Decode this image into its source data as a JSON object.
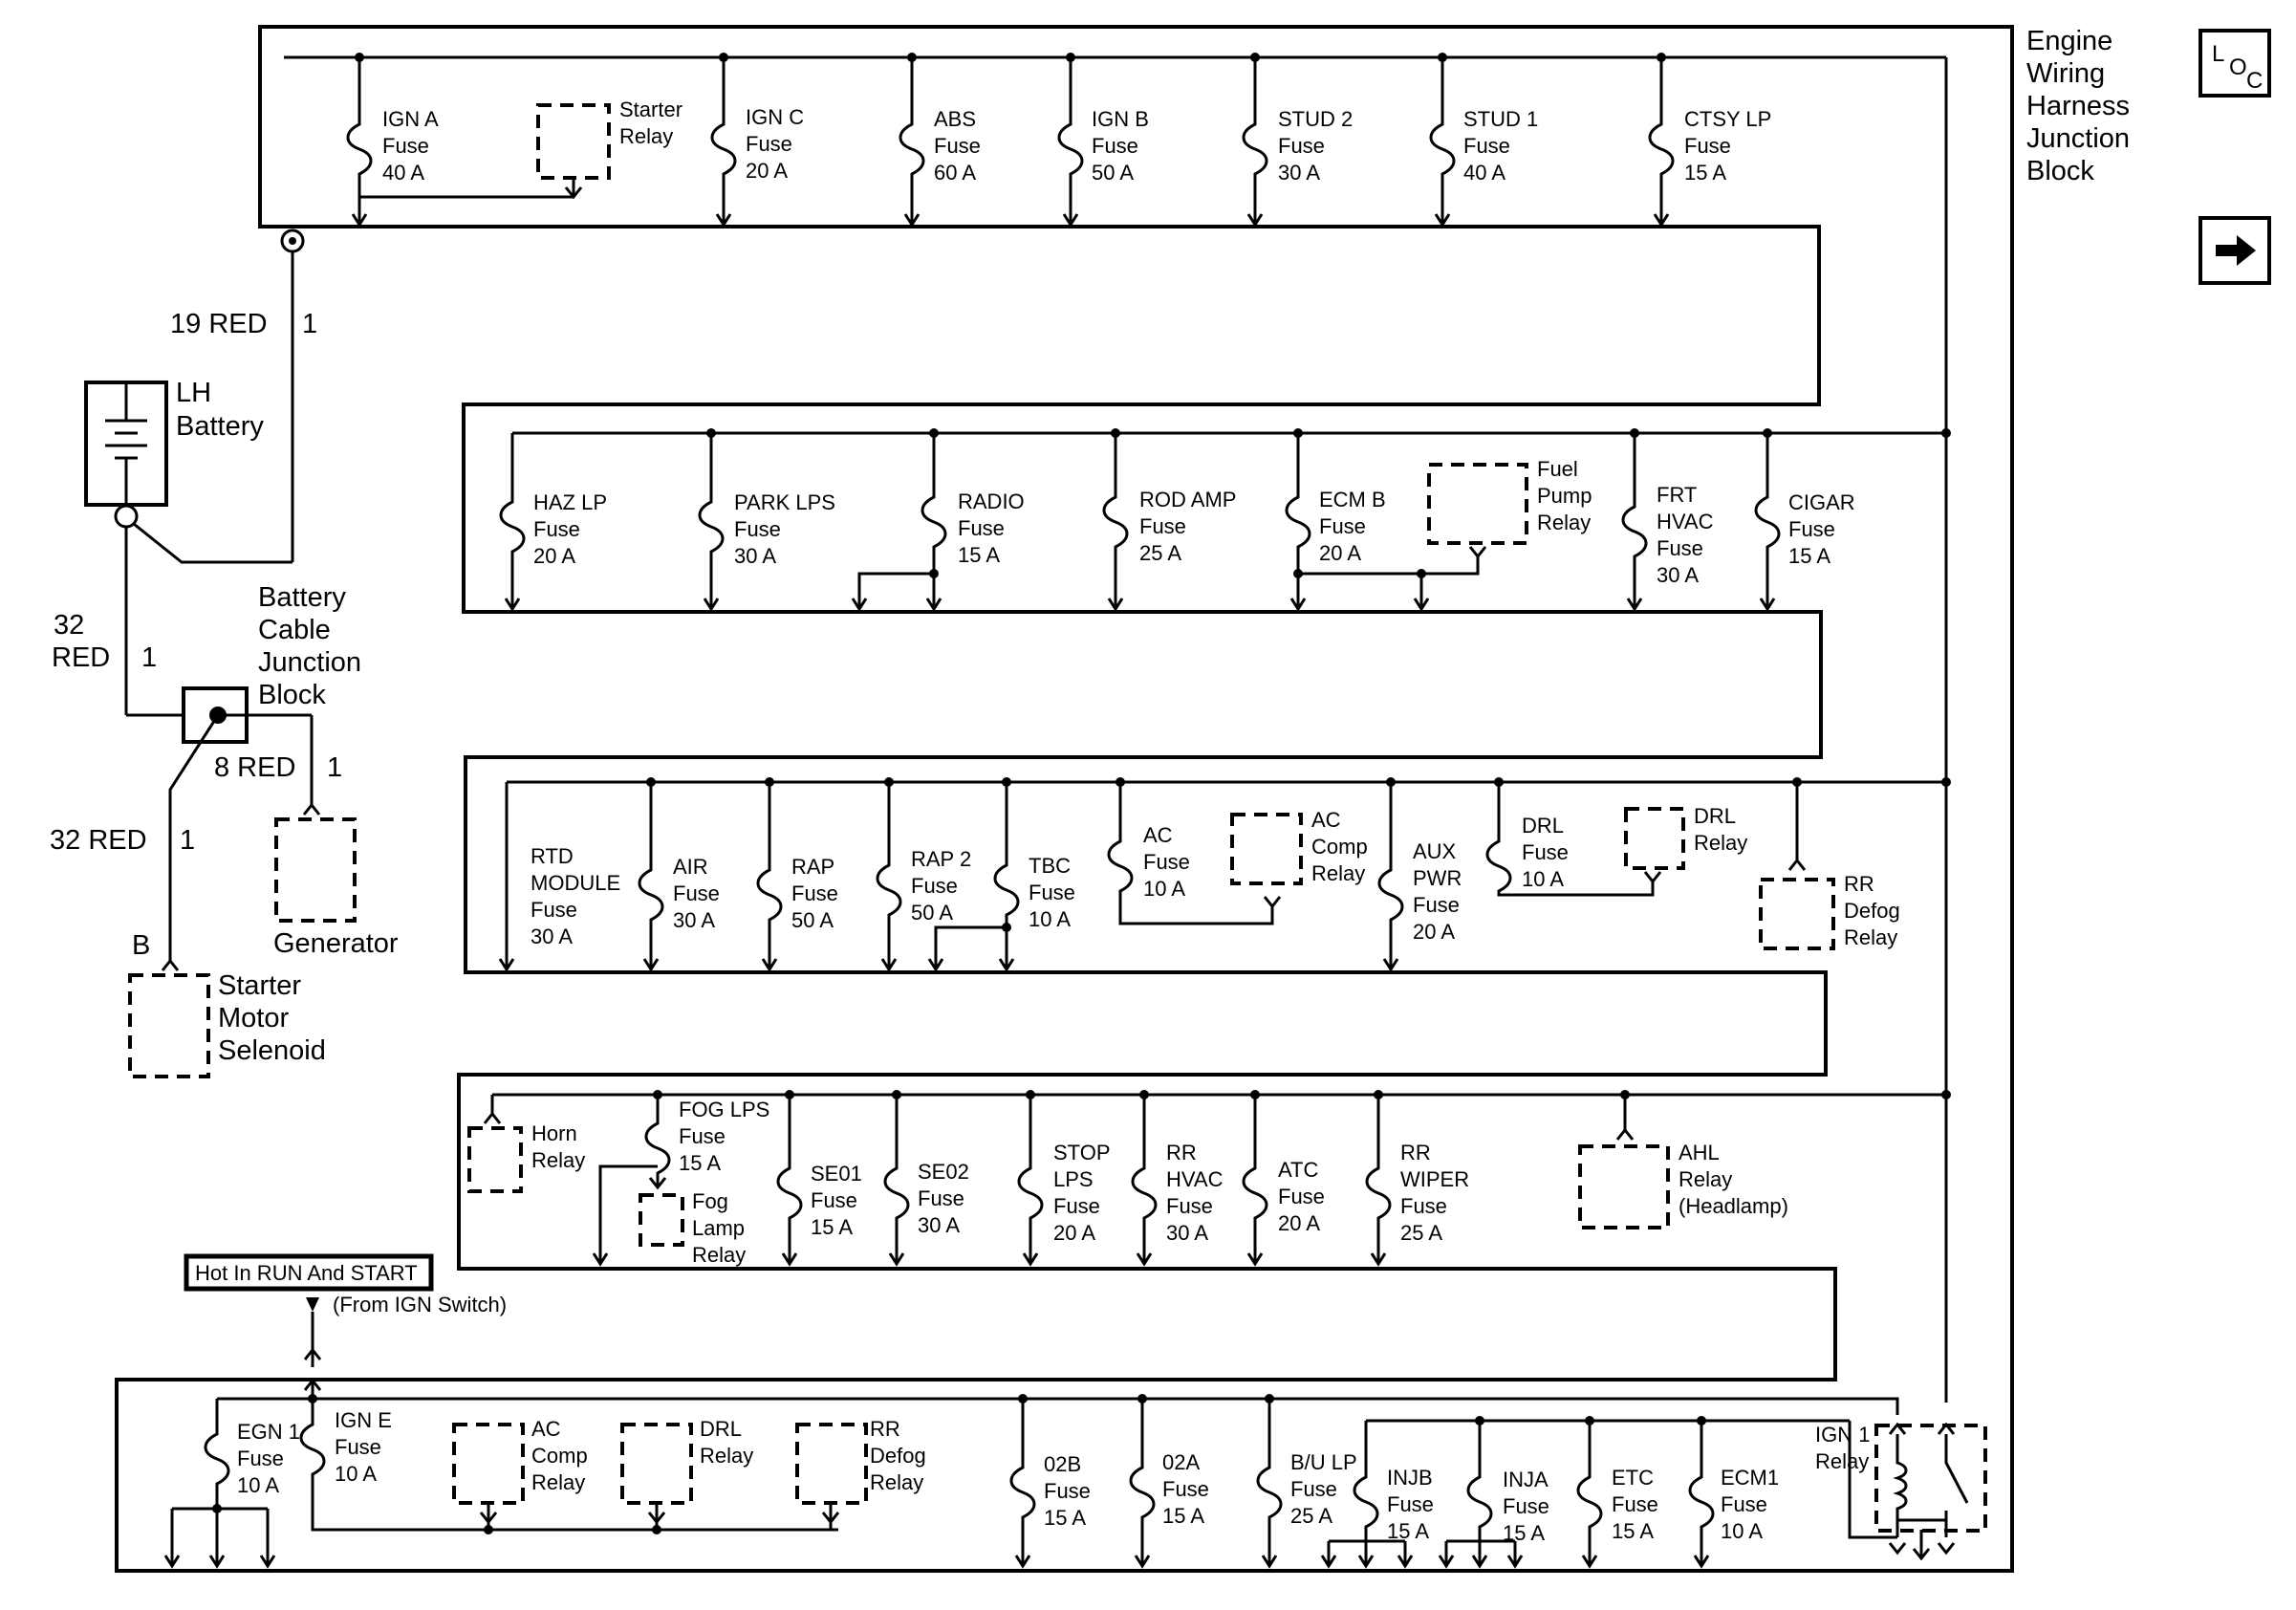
{
  "labels": {
    "block_title": [
      "Engine",
      "Wiring",
      "Harness",
      "Junction",
      "Block"
    ],
    "loc_icon": "LOC",
    "next_icon": "arrow-right",
    "wire_19": "19 RED",
    "wire_19_pin": "1",
    "lh_battery": [
      "LH",
      "Battery"
    ],
    "wire_32_top": [
      "32",
      "RED"
    ],
    "wire_32_top_pin": "1",
    "battery_cable_block": [
      "Battery",
      "Cable",
      "Junction",
      "Block"
    ],
    "wire_8": "8 RED",
    "wire_8_pin": "1",
    "wire_32_bottom": "32 RED",
    "wire_32_bottom_pin": "1",
    "starter_pin": "B",
    "generator": "Generator",
    "starter_motor": [
      "Starter",
      "Motor",
      "Selenoid"
    ],
    "hot_box": "Hot In RUN And START",
    "hot_from": "(From IGN Switch)"
  },
  "row1": {
    "fuses": [
      {
        "name": "IGN A",
        "rating": "40 A"
      },
      {
        "name": "IGN C",
        "rating": "20 A"
      },
      {
        "name": "ABS",
        "rating": "60 A"
      },
      {
        "name": "IGN B",
        "rating": "50 A"
      },
      {
        "name": "STUD 2",
        "rating": "30 A"
      },
      {
        "name": "STUD 1",
        "rating": "40 A"
      },
      {
        "name": "CTSY LP",
        "rating": "15 A"
      }
    ],
    "relays": [
      {
        "lines": [
          "Starter",
          "Relay"
        ]
      }
    ]
  },
  "row2": {
    "fuses": [
      {
        "name": "HAZ LP",
        "rating": "20 A"
      },
      {
        "name": "PARK LPS",
        "rating": "30 A"
      },
      {
        "name": "RADIO",
        "rating": "15 A"
      },
      {
        "name": "ROD AMP",
        "rating": "25 A"
      },
      {
        "name": "ECM B",
        "rating": "20 A"
      },
      {
        "name": "FRT HVAC",
        "rating": "30 A"
      },
      {
        "name": "CIGAR",
        "rating": "15 A"
      }
    ],
    "relays": [
      {
        "lines": [
          "Fuel",
          "Pump",
          "Relay"
        ]
      }
    ]
  },
  "row3": {
    "fuses": [
      {
        "name": "RTD MODULE",
        "rating": "30 A"
      },
      {
        "name": "AIR",
        "rating": "30 A"
      },
      {
        "name": "RAP",
        "rating": "50 A"
      },
      {
        "name": "RAP 2",
        "rating": "50 A"
      },
      {
        "name": "TBC",
        "rating": "10 A"
      },
      {
        "name": "AC",
        "rating": "10 A"
      },
      {
        "name": "AUX PWR",
        "rating": "20 A"
      },
      {
        "name": "DRL",
        "rating": "10 A"
      }
    ],
    "relays": [
      {
        "lines": [
          "AC",
          "Comp",
          "Relay"
        ]
      },
      {
        "lines": [
          "DRL",
          "Relay"
        ]
      },
      {
        "lines": [
          "RR",
          "Defog",
          "Relay"
        ]
      }
    ]
  },
  "row4": {
    "fuses": [
      {
        "name": "FOG LPS",
        "rating": "15 A"
      },
      {
        "name": "SE01",
        "rating": "15 A"
      },
      {
        "name": "SE02",
        "rating": "30 A"
      },
      {
        "name": "STOP LPS",
        "rating": "20 A"
      },
      {
        "name": "RR HVAC",
        "rating": "30 A"
      },
      {
        "name": "ATC",
        "rating": "20 A"
      },
      {
        "name": "RR WIPER",
        "rating": "25 A"
      }
    ],
    "relays": [
      {
        "lines": [
          "Horn",
          "Relay"
        ]
      },
      {
        "lines": [
          "Fog",
          "Lamp",
          "Relay"
        ]
      },
      {
        "lines": [
          "AHL",
          "Relay",
          "(Headlamp)"
        ]
      }
    ]
  },
  "row5": {
    "fuses": [
      {
        "name": "EGN 1",
        "rating": "10 A"
      },
      {
        "name": "IGN E",
        "rating": "10 A"
      },
      {
        "name": "02B",
        "rating": "15 A"
      },
      {
        "name": "02A",
        "rating": "15 A"
      },
      {
        "name": "B/U LP",
        "rating": "25 A"
      },
      {
        "name": "INJB",
        "rating": "15 A"
      },
      {
        "name": "INJA",
        "rating": "15 A"
      },
      {
        "name": "ETC",
        "rating": "15 A"
      },
      {
        "name": "ECM1",
        "rating": "10 A"
      }
    ],
    "relays": [
      {
        "lines": [
          "AC",
          "Comp",
          "Relay"
        ]
      },
      {
        "lines": [
          "DRL",
          "Relay"
        ]
      },
      {
        "lines": [
          "RR",
          "Defog",
          "Relay"
        ]
      },
      {
        "lines": [
          "IGN 1",
          "Relay"
        ]
      }
    ]
  }
}
